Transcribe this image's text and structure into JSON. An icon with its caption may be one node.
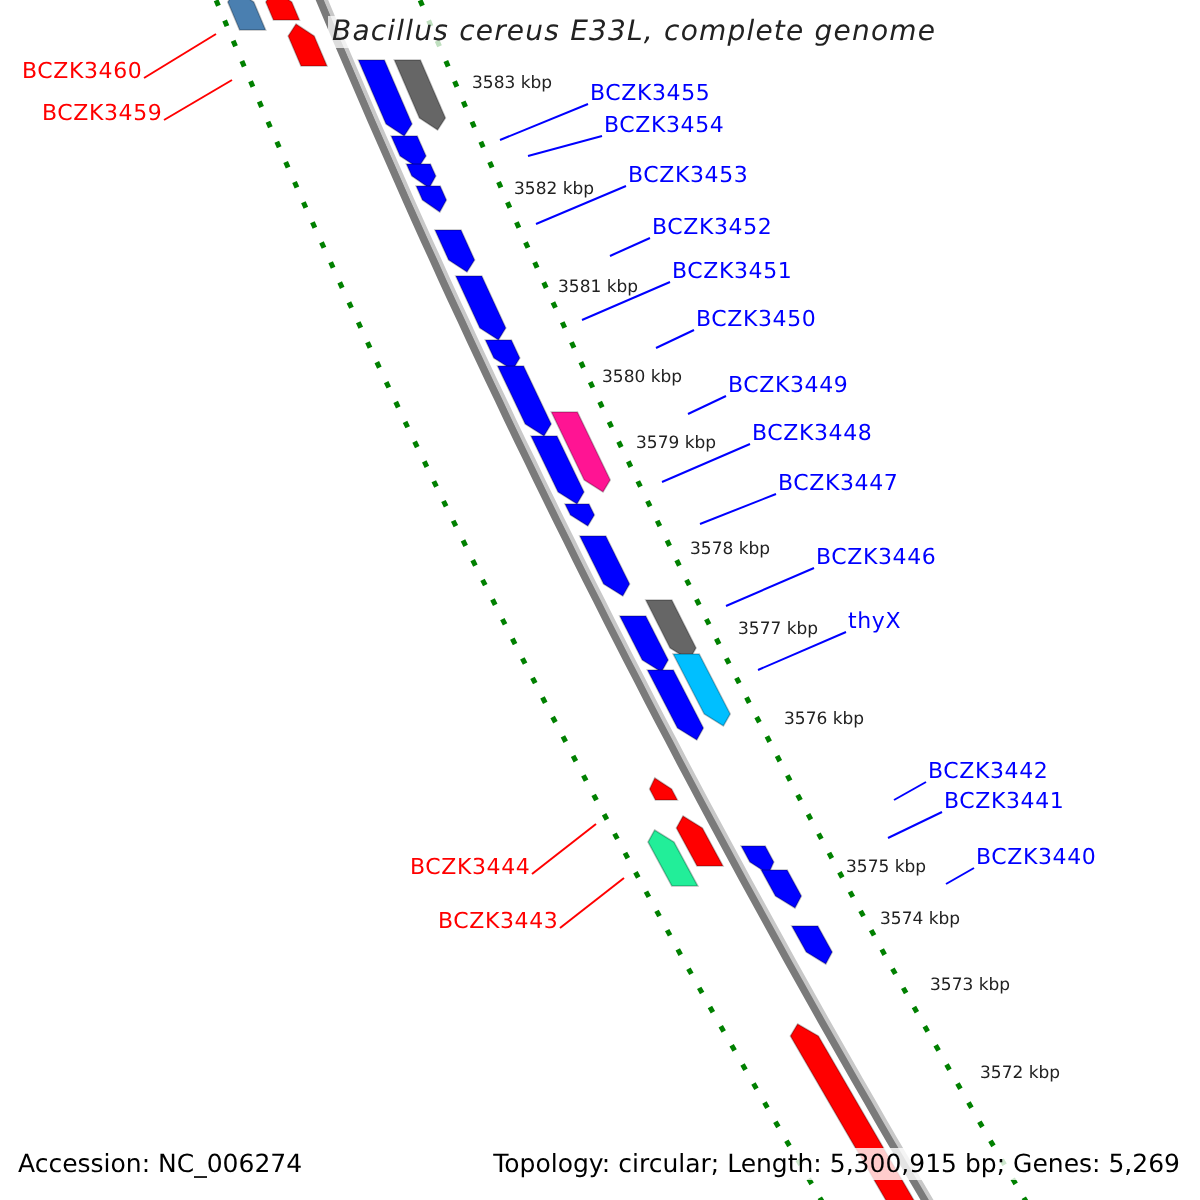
{
  "diagram": {
    "title": "Bacillus cereus E33L, complete genome",
    "nodes": [
      {
        "text": [
          "BCZK3460"
        ]
      },
      {
        "text": [
          "BCZK3459"
        ]
      },
      {
        "text": [
          "BCZK3455"
        ]
      },
      {
        "text": [
          "BCZK3454"
        ]
      },
      {
        "text": [
          "BCZK3453"
        ]
      },
      {
        "text": [
          "BCZK3452"
        ]
      },
      {
        "text": [
          "BCZK3451"
        ]
      },
      {
        "text": [
          "BCZK3450"
        ]
      },
      {
        "text": [
          "BCZK3449"
        ]
      },
      {
        "text": [
          "BCZK3448"
        ]
      },
      {
        "text": [
          "BCZK3447"
        ]
      },
      {
        "text": [
          "BCZK3446"
        ]
      },
      {
        "text": [
          "thyX"
        ]
      },
      {
        "text": [
          "BCZK3444"
        ]
      },
      {
        "text": [
          "BCZK3443"
        ]
      },
      {
        "text": [
          "BCZK3442"
        ]
      },
      {
        "text": [
          "BCZK3441"
        ]
      },
      {
        "text": [
          "BCZK3440"
        ]
      }
    ],
    "edges": [
      {
        "from": 0,
        "to": null,
        "arrow": "none",
        "color": "#ff0000"
      },
      {
        "from": 1,
        "to": null,
        "arrow": "none",
        "color": "#ff0000"
      },
      {
        "from": 2,
        "to": null,
        "arrow": "none"
      },
      {
        "from": 3,
        "to": null,
        "arrow": "none"
      },
      {
        "from": 4,
        "to": null,
        "arrow": "none"
      },
      {
        "from": 5,
        "to": null,
        "arrow": "none"
      },
      {
        "from": 6,
        "to": null,
        "arrow": "none"
      },
      {
        "from": 7,
        "to": null,
        "arrow": "none"
      },
      {
        "from": 8,
        "to": null,
        "arrow": "none"
      },
      {
        "from": 9,
        "to": null,
        "arrow": "none"
      },
      {
        "from": 10,
        "to": null,
        "arrow": "none"
      },
      {
        "from": 11,
        "to": null,
        "arrow": "none"
      },
      {
        "from": 12,
        "to": null,
        "arrow": "none"
      },
      {
        "from": 13,
        "to": null,
        "arrow": "none",
        "color": "#ff0000"
      },
      {
        "from": 14,
        "to": null,
        "arrow": "none",
        "color": "#ff0000"
      },
      {
        "from": 15,
        "to": null,
        "arrow": "none"
      },
      {
        "from": 16,
        "to": null,
        "arrow": "none"
      },
      {
        "from": 17,
        "to": null,
        "arrow": "none"
      }
    ],
    "labels": [
      "3583 kbp",
      "3582 kbp",
      "3581 kbp",
      "3580 kbp",
      "3579 kbp",
      "3578 kbp",
      "3577 kbp",
      "3576 kbp",
      "3575 kbp",
      "3574 kbp",
      "3573 kbp",
      "3572 kbp",
      "Accession: NC_006274",
      "Topology: circular; Length: 5,300,915 bp; Genes: 5,269"
    ]
  }
}
